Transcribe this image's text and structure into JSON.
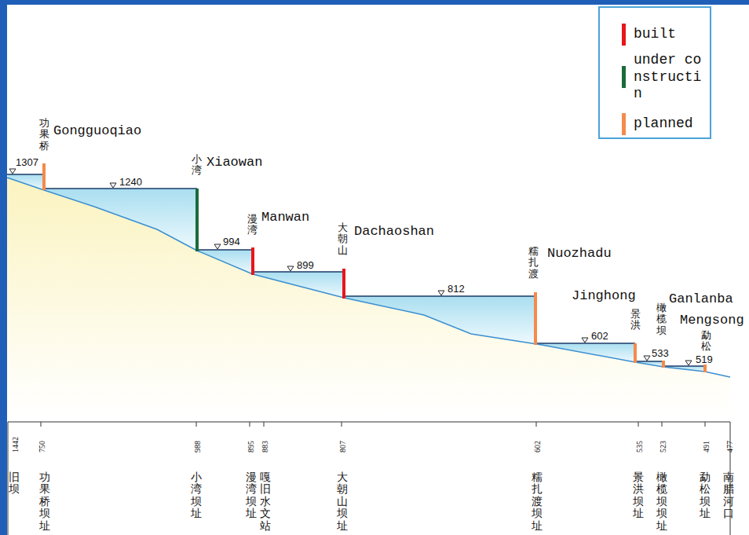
{
  "diagram": {
    "labels": [
      "功果桥",
      "Gongguoqiao",
      "1307",
      "1240",
      "小湾",
      "Xiaowan",
      "994",
      "漫湾",
      "Manwan",
      "899",
      "大朝山",
      "Dachaoshan",
      "812",
      "糯扎渡",
      "Nuozhadu",
      "Jinghong",
      "景洪",
      "602",
      "橄榄坝",
      "Ganlanba",
      "533",
      "Mengsong",
      "勐松",
      "519",
      "1442",
      "750",
      "988",
      "895",
      "883",
      "807",
      "602",
      "535",
      "523",
      "491",
      "477",
      "旧坝",
      "功果桥坝址",
      "小湾坝址",
      "漫湾坝址",
      "嘎旧水文站",
      "大朝山坝址",
      "糯扎渡坝址",
      "景洪坝址",
      "橄榄坝坝址",
      "勐松坝址",
      "南腊河口"
    ],
    "legend": [
      {
        "text": "built",
        "color": "#e8151b"
      },
      {
        "text": "under constructin",
        "color": "#1b6b3a"
      },
      {
        "text": "planned",
        "color": "#f58a4b"
      }
    ]
  }
}
